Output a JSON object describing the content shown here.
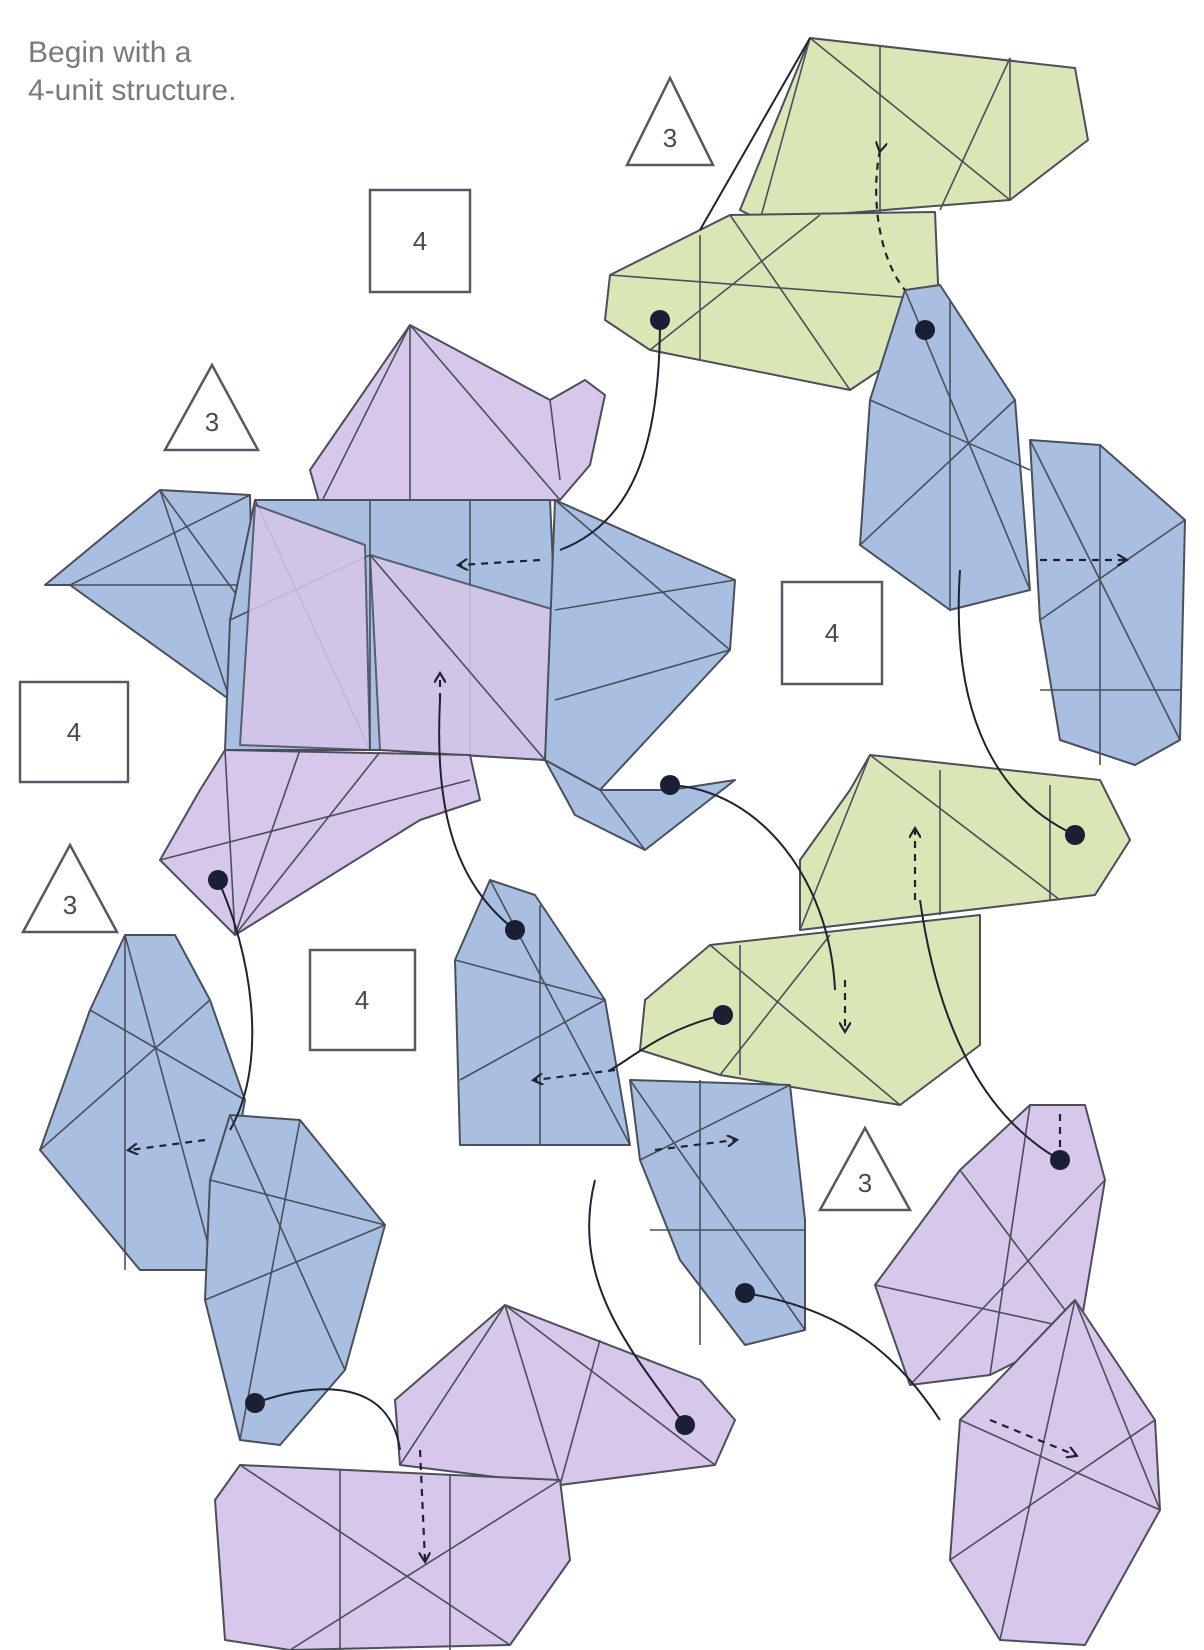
{
  "instruction": {
    "line1": "Begin with a",
    "line2": "4-unit structure."
  },
  "markers": {
    "tri_3": "3",
    "square_4": "4"
  },
  "colors": {
    "blue": "#a9bfe2",
    "purple": "#d7c7ea",
    "green": "#dbe6b6",
    "line": "#4a4f5a",
    "dot": "#1a1f33"
  }
}
